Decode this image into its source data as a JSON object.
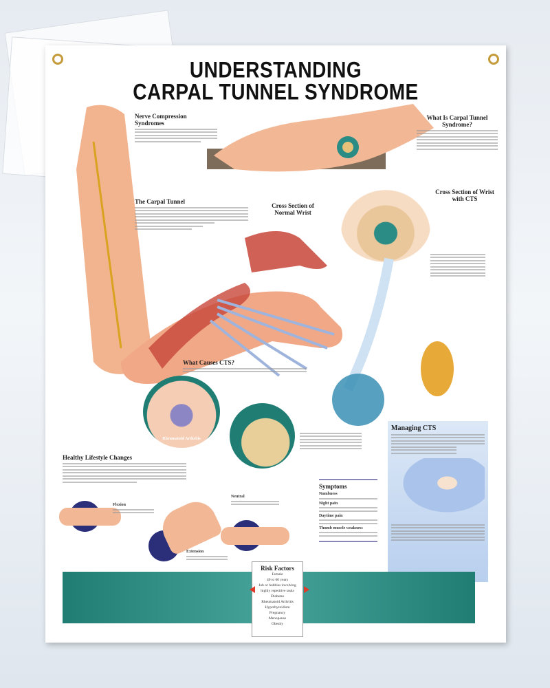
{
  "poster": {
    "title_line1": "UNDERSTANDING",
    "title_line2": "CARPAL TUNNEL SYNDROME",
    "sections": {
      "nerve_compression": "Nerve Compression Syndromes",
      "what_is": "What Is Carpal Tunnel Syndrome?",
      "cross_normal": "Cross Section of Normal Wrist",
      "cross_cts": "Cross Section of Wrist with CTS",
      "carpal_tunnel": "The Carpal Tunnel",
      "what_causes": "What Causes CTS?",
      "rheumatoid": "Rheumatoid Arthritis",
      "healthy": "Healthy Lifestyle Changes",
      "flexion": "Flexion",
      "neutral": "Neutral",
      "extension": "Extension",
      "symptoms": "Symptoms",
      "managing": "Managing CTS",
      "risk": "Risk Factors"
    },
    "symptoms": [
      "Numbness",
      "Night pain",
      "Daytime pain",
      "Thumb muscle weakness"
    ],
    "risk_factors": [
      "Female",
      "40 to 60 years",
      "Job or hobbies involving",
      "highly repetitive tasks",
      "Diabetes",
      "Rheumatoid Arthritis",
      "Hypothyroidism",
      "Pregnancy",
      "Menopause",
      "Obesity"
    ],
    "colors": {
      "teal": "#1f7d74",
      "navy": "#2b2f7a",
      "skin": "#f2b38f",
      "panel": "#dce8f6"
    }
  }
}
